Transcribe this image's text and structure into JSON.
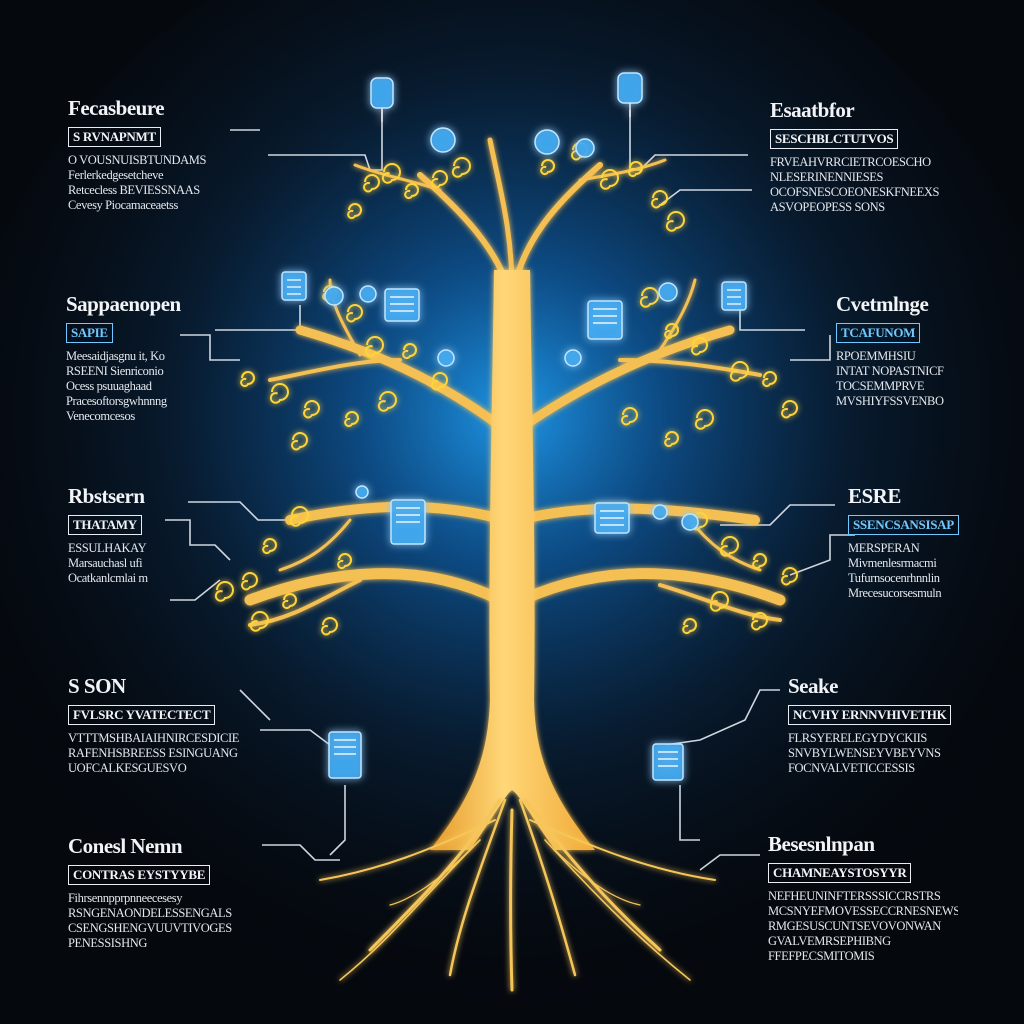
{
  "colors": {
    "background": "#05080d",
    "glow": "#1e8fe6",
    "trunk": "#f6b73c",
    "branch_light": "#ffe08a",
    "leaf": "#ffd43a",
    "node": "#5ec3ff",
    "connector": "#e6ebf2"
  },
  "icons": [
    "lightbulb-icon",
    "document-icon",
    "folder-icon",
    "tag-icon"
  ],
  "labels": {
    "l1": {
      "title": "Fecasbeure",
      "sub": "S   RVNAPNMT",
      "lines": [
        "O VOUSNUISBTUNDAMS",
        "Ferlerkedgesetcheve",
        "Retcecless BEVIESSNAAS",
        "Cevesy Piocamaceaetss"
      ]
    },
    "l2": {
      "title": "Sappaenopen",
      "sub": "SAPIE",
      "lines": [
        "Meesaidjasgnu it, Ko",
        "RSEENI Sienriconio",
        "Ocess psuuaghaad",
        "Pracesoftorsgwhnnng",
        "Venecomcesos"
      ]
    },
    "l3": {
      "title": "Rbstsern",
      "sub": "THATAMY",
      "lines": [
        "ESSULHAKAY",
        "Marsauchasl ufi",
        "Ocatkanlcmlai m"
      ]
    },
    "l4": {
      "title": "S SON",
      "sub": "FVLSRC  YVATECTECT",
      "lines": [
        "VTTTMSHBAIAIHNIRCESDICIE",
        "RAFENHSBREESS ESINGUANG",
        "UOFCALKESGUESVO"
      ]
    },
    "l5": {
      "title": "Conesl Nemn",
      "sub": "CONTRAS  EYSTYYBE",
      "lines": [
        "Fihrsennpprpnneecesesy",
        "RSNGENAONDELESSENGALS",
        "CSENGSHENGVUUVTIVOGES",
        "PENESSISHNG"
      ]
    },
    "r1": {
      "title": "Esaatbfor",
      "sub": "SESCHBLCTUTVOS",
      "lines": [
        "FRVEAHVRRCIETRCOESCHO",
        "NLESERINENNIESES",
        "OCOFSNESCOEONESKFNEEXS",
        "ASVOPEOPESS SONS"
      ]
    },
    "r2": {
      "title": "Cvetmlnge",
      "sub": "TCAFUNOM",
      "lines": [
        "RPOEMMHSIU",
        "INTAT NOPASTNICF",
        "TOCSEMMPRVE",
        "MVSHIYFSSVENBO"
      ]
    },
    "r3": {
      "title": "ESRE",
      "sub": "SSENCSANSISAP",
      "lines": [
        "MERSPERAN",
        "Mivmenlesrmacmi",
        "Tufurnsocenrhnnlin",
        "Mrecesucorsesmuln"
      ]
    },
    "r4": {
      "title": "Seake",
      "sub": "NCVHY  ERNNVHIVETHK",
      "lines": [
        "FLRSYERELEGYDYCKIIS",
        "SNVBYLWENSEYVBEYVNS",
        "FOCNVALVETICCESSIS"
      ]
    },
    "r5": {
      "title": "Besesnlnpan",
      "sub": "CHAMNEAYSTOSYYR",
      "lines": [
        "NEFHEUNINFTERSSSICCRSTRS",
        "MCSNYEFMOVESSECCRNESNEWS",
        "RMGESUSCUNTSEVOVONWAN",
        "GVALVEMRSEPHIBNG",
        "FFEFPECSMITOMIS"
      ]
    }
  }
}
